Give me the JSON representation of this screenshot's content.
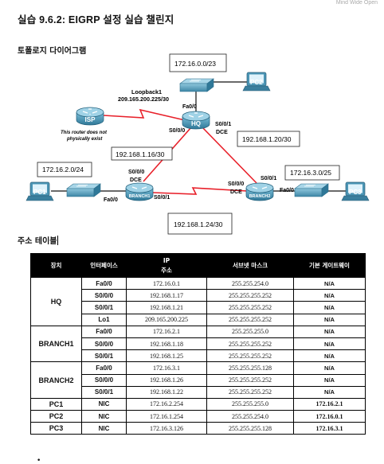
{
  "brand_text": "Mind Wide Open",
  "title": "실습 9.6.2: EIGRP 설정 실습 챌린지",
  "topology_heading": "토폴로지 다이어그램",
  "address_heading": "주소 테이블",
  "diagram": {
    "devices": {
      "isp": "ISP",
      "hq": "HQ",
      "branch1": "BRANCH1",
      "branch2": "BRANCH2",
      "pc1": "PC1",
      "pc2": "PC2",
      "pc3": "PC3"
    },
    "isp_note_line1": "This router does not",
    "isp_note_line2": "physically exist",
    "loopback_line1": "Loopback1",
    "loopback_line2": "209.165.200.225/30",
    "networks": {
      "hq_lan": "172.16.0.0/23",
      "hq_branch1": "192.168.1.16/30",
      "hq_branch2": "192.168.1.20/30",
      "branch1_lan": "172.16.2.0/24",
      "branch2_lan": "172.16.3.0/25",
      "branch1_branch2": "192.168.1.24/30"
    },
    "ports": {
      "hq_fa00": "Fa0/0",
      "hq_s000": "S0/0/0",
      "hq_s001": "S0/0/1",
      "hq_dce": "DCE",
      "b1_s000": "S0/0/0",
      "b1_dce": "DCE",
      "b1_fa00": "Fa0/0",
      "b1_s001": "S0/0/1",
      "b2_s000": "S0/0/0",
      "b2_dce": "DCE",
      "b2_s001": "S0/0/1",
      "b2_fa00": "Fa0/0"
    }
  },
  "table": {
    "headers": {
      "device": "장치",
      "interface": "인터페이스",
      "ip_line1": "IP",
      "ip_line2": "주소",
      "subnet": "서브넷 마스크",
      "gateway": "기본 게이트웨이"
    },
    "groups": [
      {
        "device": "HQ",
        "rows": [
          {
            "iface": "Fa0/0",
            "ip": "172.16.0.1",
            "mask": "255.255.254.0",
            "gw": "N/A"
          },
          {
            "iface": "S0/0/0",
            "ip": "192.168.1.17",
            "mask": "255.255.255.252",
            "gw": "N/A"
          },
          {
            "iface": "S0/0/1",
            "ip": "192.168.1.21",
            "mask": "255.255.255.252",
            "gw": "N/A"
          },
          {
            "iface": "Lo1",
            "ip": "209.165.200.225",
            "mask": "255.255.255.252",
            "gw": "N/A"
          }
        ]
      },
      {
        "device": "BRANCH1",
        "rows": [
          {
            "iface": "Fa0/0",
            "ip": "172.16.2.1",
            "mask": "255.255.255.0",
            "gw": "N/A"
          },
          {
            "iface": "S0/0/0",
            "ip": "192.168.1.18",
            "mask": "255.255.255.252",
            "gw": "N/A"
          },
          {
            "iface": "S0/0/1",
            "ip": "192.168.1.25",
            "mask": "255.255.255.252",
            "gw": "N/A"
          }
        ]
      },
      {
        "device": "BRANCH2",
        "rows": [
          {
            "iface": "Fa0/0",
            "ip": "172.16.3.1",
            "mask": "255.255.255.128",
            "gw": "N/A"
          },
          {
            "iface": "S0/0/0",
            "ip": "192.168.1.26",
            "mask": "255.255.255.252",
            "gw": "N/A"
          },
          {
            "iface": "S0/0/1",
            "ip": "192.168.1.22",
            "mask": "255.255.255.252",
            "gw": "N/A"
          }
        ]
      }
    ],
    "pcs": [
      {
        "device": "PC1",
        "iface": "NIC",
        "ip": "172.16.2.254",
        "mask": "255.255.255.0",
        "gw": "172.16.2.1"
      },
      {
        "device": "PC2",
        "iface": "NIC",
        "ip": "172.16.1.254",
        "mask": "255.255.254.0",
        "gw": "172.16.0.1"
      },
      {
        "device": "PC3",
        "iface": "NIC",
        "ip": "172.16.3.126",
        "mask": "255.255.255.128",
        "gw": "172.16.3.1"
      }
    ]
  },
  "bullet": "•",
  "colors": {
    "router_body": "#3f8fb0",
    "serial_link": "#e8202a",
    "ethernet_link": "#111111",
    "table_header_bg": "#000000"
  }
}
